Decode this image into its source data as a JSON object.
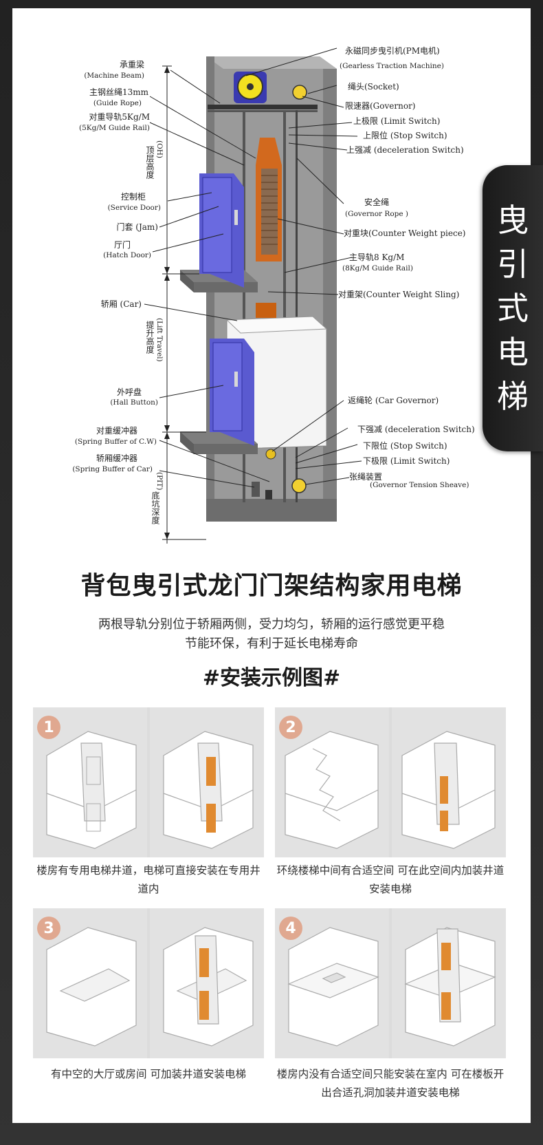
{
  "side_tab": {
    "text": "曳引式电梯"
  },
  "diagram": {
    "labels_left": [
      {
        "cn": "承重梁",
        "en": "(Machine Beam)"
      },
      {
        "cn": "主钢丝绳13mm",
        "en": "(Guide Rope)"
      },
      {
        "cn": "对重导轨5Kg/M",
        "en": "(5Kg/M Guide Rail)"
      },
      {
        "cn": "控制柜",
        "en": "(Service Door)"
      },
      {
        "cn": "门套 (Jam)",
        "en": ""
      },
      {
        "cn": "厅门",
        "en": "(Hatch Door)"
      },
      {
        "cn": "轿厢 (Car)",
        "en": ""
      },
      {
        "cn": "外呼盘",
        "en": "(Hall Button)"
      },
      {
        "cn": "对重缓冲器",
        "en": "(Spring Buffer of C.W)"
      },
      {
        "cn": "轿厢缓冲器",
        "en": "(Spring Buffer of Car)"
      }
    ],
    "labels_right": [
      {
        "cn": "永磁同步曳引机(PM电机)",
        "en": "(Gearless Traction Machine)"
      },
      {
        "cn": "绳头(Socket)",
        "en": ""
      },
      {
        "cn": "限速器(Governor)",
        "en": ""
      },
      {
        "cn": "上极限 (Limit Switch)",
        "en": ""
      },
      {
        "cn": "上限位 (Stop Switch)",
        "en": ""
      },
      {
        "cn": "上强减 (deceleration Switch)",
        "en": ""
      },
      {
        "cn": "安全绳",
        "en": "(Governor Rope )"
      },
      {
        "cn": "对重块(Counter Weight piece)",
        "en": ""
      },
      {
        "cn": "主导轨8 Kg/M",
        "en": "(8Kg/M Guide Rail)"
      },
      {
        "cn": "对重架(Counter Weight Sling)",
        "en": ""
      },
      {
        "cn": "返绳轮 (Car Governor)",
        "en": ""
      },
      {
        "cn": "下强减 (deceleration Switch)",
        "en": ""
      },
      {
        "cn": "下限位 (Stop Switch)",
        "en": ""
      },
      {
        "cn": "下极限 (Limit Switch)",
        "en": ""
      },
      {
        "cn": "张绳装置",
        "en": "(Governor Tension Sheave)"
      }
    ],
    "vertical_labels": {
      "oh": "顶层高度",
      "oh_en": "(OH)",
      "travel": "提升高度",
      "travel_en": "(Lift Travel)",
      "pit": "底坑深度",
      "pit_en": "(PIT)"
    }
  },
  "title": "背包曳引式龙门门架结构家用电梯",
  "subtitle_line1": "两根导轨分别位于轿厢两侧，受力均匀，轿厢的运行感觉更平稳",
  "subtitle_line2": "节能环保，有利于延长电梯寿命",
  "section_heading": "#安装示例图#",
  "examples": [
    {
      "number": "1",
      "caption": "楼房有专用电梯井道，电梯可直接安装在专用井道内"
    },
    {
      "number": "2",
      "caption": "环绕楼梯中间有合适空间 可在此空间内加装井道安装电梯"
    },
    {
      "number": "3",
      "caption": "有中空的大厅或房间 可加装井道安装电梯"
    },
    {
      "number": "4",
      "caption": "楼房内没有合适空间只能安装在室内  可在楼板开出合适孔洞加装井道安装电梯"
    }
  ],
  "colors": {
    "door_blue": "#5a5ad0",
    "counterweight_orange": "#d2691e",
    "shaft_gray": "#8a8a8a",
    "number_badge": "#e0a890",
    "door_orange": "#e08a30"
  }
}
